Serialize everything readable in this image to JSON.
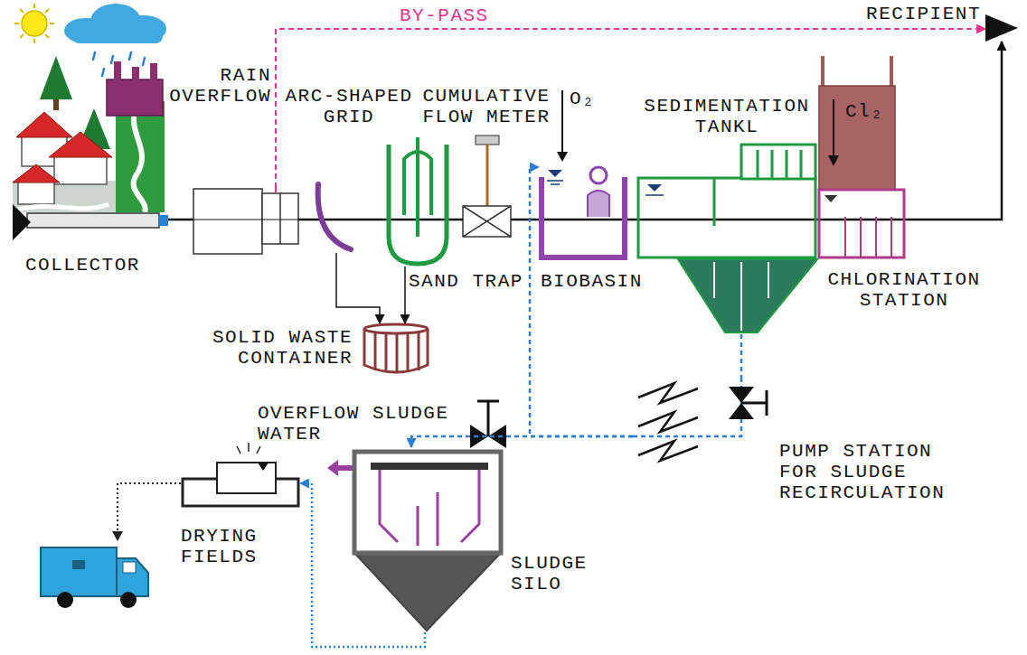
{
  "diagram": {
    "nodes": [
      {
        "text": [
          "COLLECTOR"
        ]
      },
      {
        "text": [
          "RAIN OVERFLOW"
        ]
      },
      {
        "text": [
          "ARC-SHAPED GRID"
        ]
      },
      {
        "text": [
          "SAND TRAP"
        ]
      },
      {
        "text": [
          "CUMULATIVE FLOW METER"
        ]
      },
      {
        "text": [
          "BIOBASIN"
        ]
      },
      {
        "text": [
          "SEDIMENTATION TANKL"
        ]
      },
      {
        "text": [
          "CHLORINATION STATION"
        ]
      },
      {
        "text": [
          "RECIPIENT"
        ]
      },
      {
        "text": [
          "SOLID WASTE CONTAINER"
        ]
      },
      {
        "text": [
          "PUMP STATION FOR SLUDGE RECIRCULATION"
        ]
      },
      {
        "text": [
          "SLUDGE SILO"
        ]
      },
      {
        "text": [
          "DRYING FIELDS"
        ]
      }
    ],
    "edges": [
      {
        "from": 0,
        "to": 1,
        "arrow": "none"
      },
      {
        "from": 1,
        "to": 2,
        "arrow": "none"
      },
      {
        "from": 2,
        "to": 3,
        "arrow": "none"
      },
      {
        "from": 3,
        "to": 4,
        "arrow": "none"
      },
      {
        "from": 4,
        "to": 5,
        "arrow": "none"
      },
      {
        "from": 5,
        "to": 6,
        "arrow": "none"
      },
      {
        "from": 6,
        "to": 7,
        "arrow": "none"
      },
      {
        "from": 7,
        "to": 8,
        "arrow": "to"
      },
      {
        "from": 1,
        "to": 8,
        "label": "BY-PASS",
        "arrow": "to"
      },
      {
        "from": 2,
        "to": 9,
        "arrow": "to"
      },
      {
        "from": 3,
        "to": 9,
        "arrow": "to"
      },
      {
        "from": 6,
        "to": 10,
        "arrow": "none"
      },
      {
        "from": 10,
        "to": 5,
        "arrow": "to"
      },
      {
        "from": 10,
        "to": 11,
        "arrow": "to"
      },
      {
        "from": 11,
        "to": 12,
        "arrow": "to"
      }
    ],
    "labels": [
      "O₂",
      "Cl₂",
      "OVERFLOW SLUDGE WATER"
    ]
  }
}
